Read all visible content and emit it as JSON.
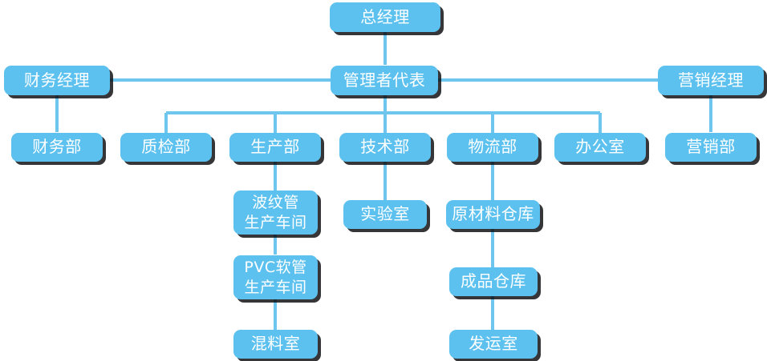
{
  "chart_data": {
    "type": "diagram",
    "diagram_kind": "organizational-chart",
    "orientation": "top-down",
    "title": "",
    "node_fill_color": "#5cc1ef",
    "node_text_color": "#ffffff",
    "connector_color": "#6ec6ef",
    "shadow_color": "#0a0a0e",
    "background_color": "#ffffff",
    "levels": [
      {
        "level": 1,
        "labels": [
          "总经理"
        ]
      },
      {
        "level": 2,
        "labels": [
          "财务经理",
          "管理者代表",
          "营销经理"
        ]
      },
      {
        "level": 3,
        "labels": [
          "财务部",
          "质检部",
          "生产部",
          "技术部",
          "物流部",
          "办公室",
          "营销部"
        ]
      },
      {
        "level": 4,
        "labels": [
          "波纹管\n生产车间",
          "实验室",
          "原材料仓库"
        ]
      },
      {
        "level": 5,
        "labels": [
          "PVC软管\n生产车间",
          "成品仓库"
        ]
      },
      {
        "level": 6,
        "labels": [
          "混料室",
          "发运室"
        ]
      }
    ],
    "edges": [
      {
        "from": "总经理",
        "to": "管理者代表"
      },
      {
        "from": "管理者代表",
        "to": "财务经理"
      },
      {
        "from": "管理者代表",
        "to": "营销经理"
      },
      {
        "from": "财务经理",
        "to": "财务部"
      },
      {
        "from": "营销经理",
        "to": "营销部"
      },
      {
        "from": "管理者代表",
        "to": "质检部"
      },
      {
        "from": "管理者代表",
        "to": "生产部"
      },
      {
        "from": "管理者代表",
        "to": "技术部"
      },
      {
        "from": "管理者代表",
        "to": "物流部"
      },
      {
        "from": "管理者代表",
        "to": "办公室"
      },
      {
        "from": "生产部",
        "to": "波纹管\n生产车间"
      },
      {
        "from": "波纹管\n生产车间",
        "to": "PVC软管\n生产车间"
      },
      {
        "from": "PVC软管\n生产车间",
        "to": "混料室"
      },
      {
        "from": "技术部",
        "to": "实验室"
      },
      {
        "from": "物流部",
        "to": "原材料仓库"
      },
      {
        "from": "原材料仓库",
        "to": "成品仓库"
      },
      {
        "from": "成品仓库",
        "to": "发运室"
      }
    ]
  },
  "nodes": {
    "general_manager": "总经理",
    "finance_manager": "财务经理",
    "management_representative": "管理者代表",
    "marketing_manager": "营销经理",
    "finance_department": "财务部",
    "quality_inspection_department": "质检部",
    "production_department": "生产部",
    "technology_department": "技术部",
    "logistics_department": "物流部",
    "office": "办公室",
    "marketing_department": "营销部",
    "corrugated_pipe_workshop": "波纹管\n生产车间",
    "laboratory": "实验室",
    "raw_material_warehouse": "原材料仓库",
    "pvc_hose_workshop": "PVC软管\n生产车间",
    "finished_goods_warehouse": "成品仓库",
    "mixing_room": "混料室",
    "shipping_room": "发运室"
  }
}
